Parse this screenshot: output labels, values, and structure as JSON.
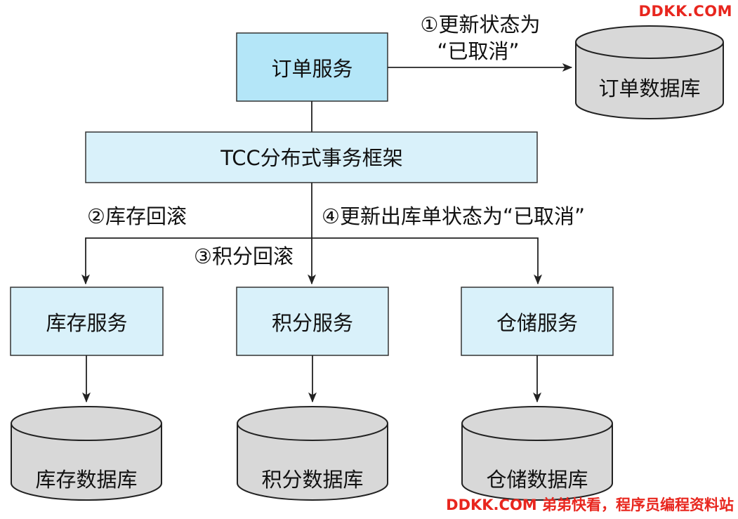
{
  "diagram": {
    "order_service": "订单服务",
    "order_db": "订单数据库",
    "tcc_framework": "TCC分布式事务框架",
    "inventory_service": "库存服务",
    "points_service": "积分服务",
    "warehouse_service": "仓储服务",
    "inventory_db": "库存数据库",
    "points_db": "积分数据库",
    "warehouse_db": "仓储数据库",
    "step1_line1": "①更新状态为",
    "step1_line2": "“已取消”",
    "step2": "②库存回滚",
    "step3": "③积分回滚",
    "step4": "④更新出库单状态为“已取消”"
  },
  "watermark": {
    "top": "DDKK.COM",
    "bottom": "DDKK.COM 弟弟快看，程序员编程资料站"
  },
  "colors": {
    "top_box_fill": "#b4e6f8",
    "box_fill": "#d9f1fa",
    "db_fill": "#d8d8d8",
    "stroke": "#222222",
    "watermark": "#e8261e"
  }
}
